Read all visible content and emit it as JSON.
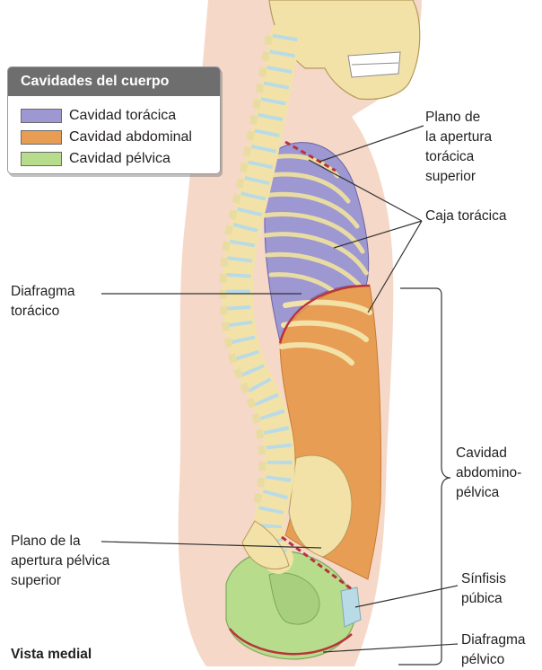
{
  "legend": {
    "title": "Cavidades del cuerpo",
    "items": [
      {
        "label": "Cavidad torácica",
        "color": "#9d97d2"
      },
      {
        "label": "Cavidad abdominal",
        "color": "#e89d55"
      },
      {
        "label": "Cavidad pélvica",
        "color": "#b6dc8c"
      }
    ]
  },
  "labels": {
    "thoracic_aperture": "Plano de\nla apertura\ntorácica\nsuperior",
    "rib_cage": "Caja torácica",
    "diaphragm": "Diafragma\ntorácico",
    "abdominopelvic": "Cavidad\nabdomino-\npélvica",
    "pelvic_aperture": "Plano de la\napertura pélvica\nsuperior",
    "pubic_symphysis": "Sínfisis\npúbica",
    "pelvic_diaphragm": "Diafragma\npélvico",
    "view": "Vista medial"
  },
  "colors": {
    "skin": "#f5d8c7",
    "bone": "#f3e2a8",
    "disc": "#b9dbe6",
    "diaphragm_line": "#b8333a"
  }
}
